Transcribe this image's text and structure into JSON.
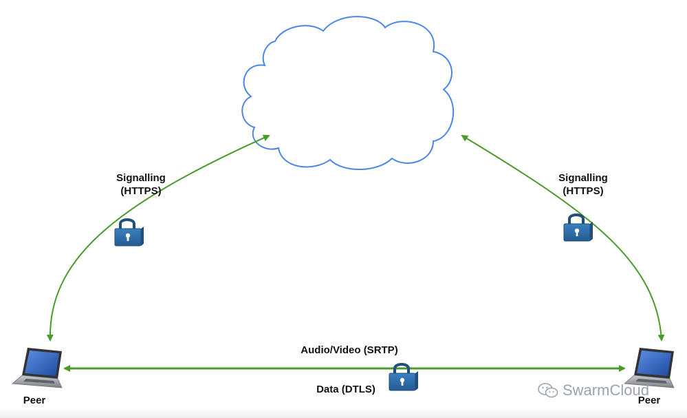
{
  "labels": {
    "signalling_left": [
      "Signalling",
      "(HTTPS)"
    ],
    "signalling_right": [
      "Signalling",
      "(HTTPS)"
    ],
    "media": "Audio/Video (SRTP)",
    "data": "Data (DTLS)",
    "peer_left": "Peer",
    "peer_right": "Peer"
  },
  "watermark": {
    "text": "SwarmCloud",
    "icon": "wechat-icon"
  },
  "colors": {
    "arrow": "#4a9a2a",
    "cloud_stroke": "#4a86e8",
    "lock_body": "#2e6da4",
    "lock_shackle": "#1f4f7a",
    "laptop_screen": "#2c5fb5"
  }
}
